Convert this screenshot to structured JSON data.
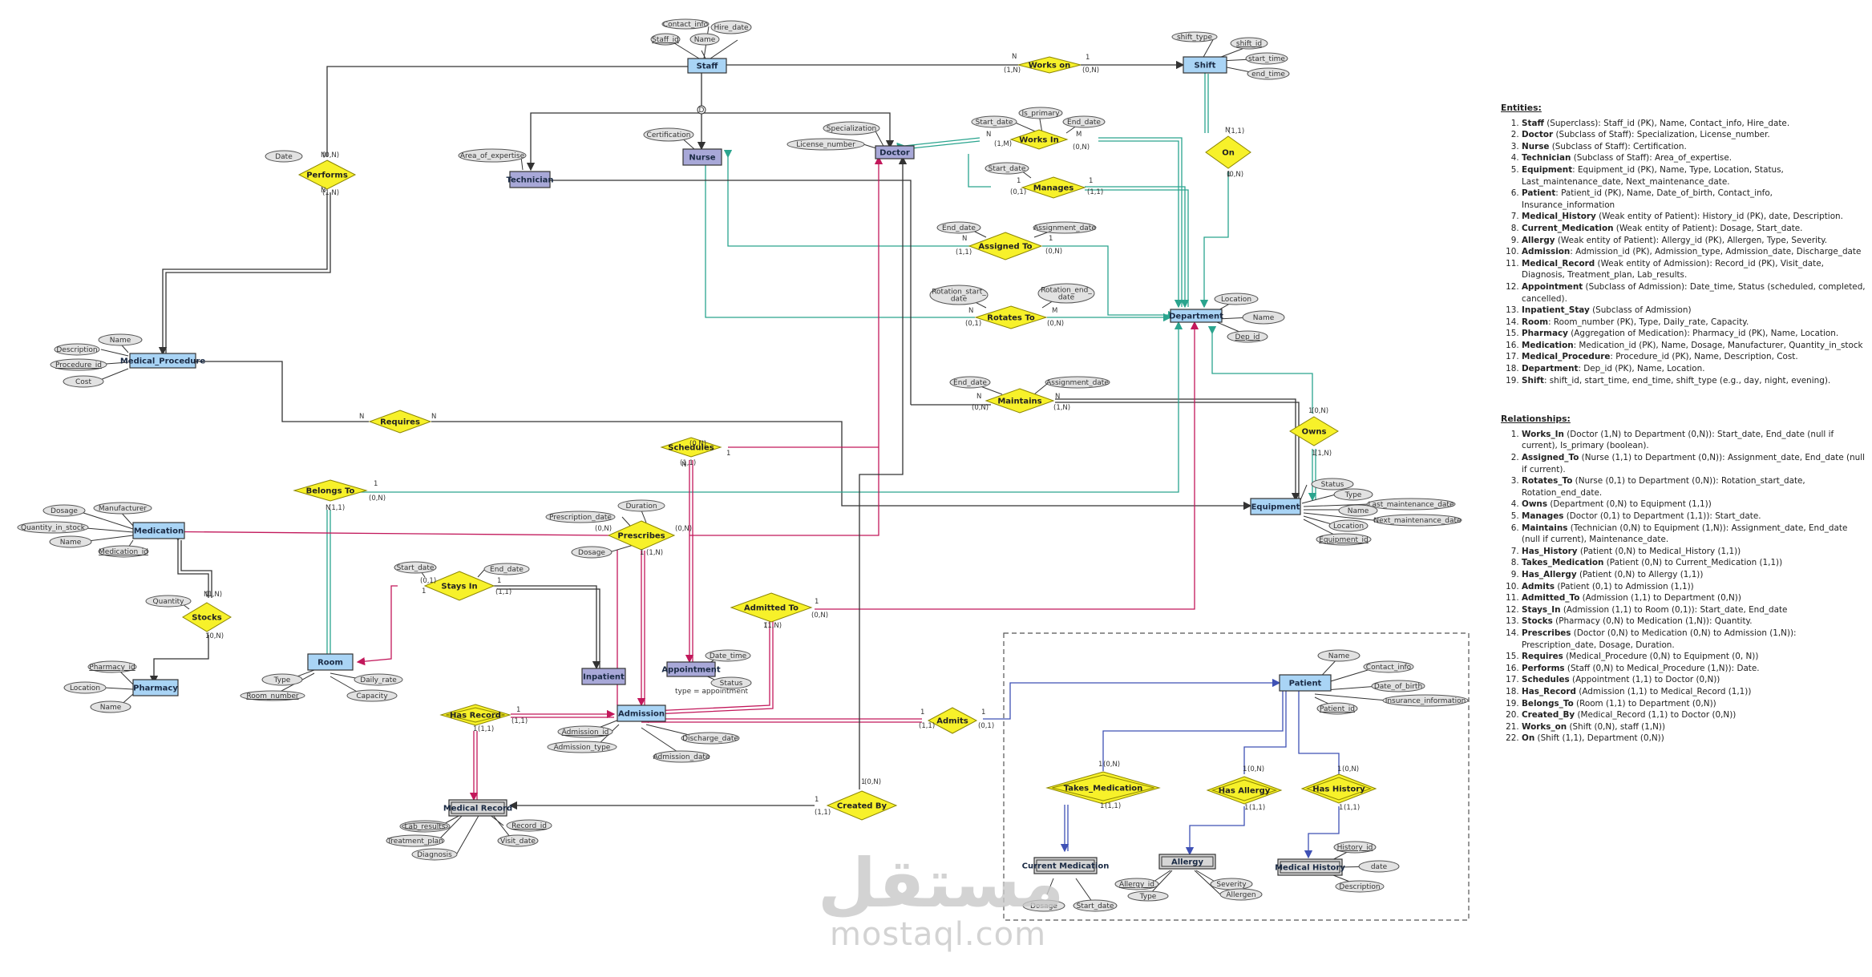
{
  "colors": {
    "entity": "#a9d4f5",
    "subclass": "#a8a8d8",
    "relationship": "#f7f12a",
    "attribute": "#e2e2e2",
    "weak": "#d6d6d6",
    "line_black": "#333333",
    "line_teal": "#2aa48e",
    "line_magenta": "#c2185b",
    "line_blue": "#3f51b5"
  },
  "entities": [
    {
      "id": "staff",
      "label": "Staff",
      "kind": "entity"
    },
    {
      "id": "shift",
      "label": "Shift",
      "kind": "entity"
    },
    {
      "id": "nurse",
      "label": "Nurse",
      "kind": "subclass"
    },
    {
      "id": "doctor",
      "label": "Doctor",
      "kind": "subclass"
    },
    {
      "id": "technician",
      "label": "Technician",
      "kind": "subclass"
    },
    {
      "id": "department",
      "label": "Department",
      "kind": "entity"
    },
    {
      "id": "medical_procedure",
      "label": "Medical_Procedure",
      "kind": "entity"
    },
    {
      "id": "equipment",
      "label": "Equipment",
      "kind": "entity"
    },
    {
      "id": "medication",
      "label": "Medication",
      "kind": "entity"
    },
    {
      "id": "room",
      "label": "Room",
      "kind": "entity"
    },
    {
      "id": "pharmacy",
      "label": "Pharmacy",
      "kind": "entity"
    },
    {
      "id": "inpatient",
      "label": "Inpatient",
      "kind": "subclass"
    },
    {
      "id": "appointment",
      "label": "Appointment",
      "kind": "subclass"
    },
    {
      "id": "admission",
      "label": "Admission",
      "kind": "entity"
    },
    {
      "id": "medical_record",
      "label": "Medical Record",
      "kind": "weak"
    },
    {
      "id": "patient",
      "label": "Patient",
      "kind": "entity"
    },
    {
      "id": "current_medication",
      "label": "Current Medication",
      "kind": "weak"
    },
    {
      "id": "allergy",
      "label": "Allergy",
      "kind": "weak"
    },
    {
      "id": "medical_history",
      "label": "Medical History",
      "kind": "weak"
    }
  ],
  "relationships": [
    {
      "id": "works_on",
      "label": "Works on"
    },
    {
      "id": "works_in",
      "label": "Works In"
    },
    {
      "id": "manages",
      "label": "Manages"
    },
    {
      "id": "assigned_to",
      "label": "Assigned To"
    },
    {
      "id": "rotates_to",
      "label": "Rotates To"
    },
    {
      "id": "on",
      "label": "On"
    },
    {
      "id": "performs",
      "label": "Performs"
    },
    {
      "id": "requires",
      "label": "Requires"
    },
    {
      "id": "maintains",
      "label": "Maintains"
    },
    {
      "id": "owns",
      "label": "Owns"
    },
    {
      "id": "schedules",
      "label": "Schedules"
    },
    {
      "id": "belongs_to",
      "label": "Belongs To"
    },
    {
      "id": "prescribes",
      "label": "Prescribes"
    },
    {
      "id": "stays_in",
      "label": "Stays In"
    },
    {
      "id": "stocks",
      "label": "Stocks"
    },
    {
      "id": "admitted_to",
      "label": "Admitted To"
    },
    {
      "id": "has_record",
      "label": "Has Record"
    },
    {
      "id": "admits",
      "label": "Admits"
    },
    {
      "id": "created_by",
      "label": "Created By"
    },
    {
      "id": "takes_medication",
      "label": "Takes_Medication"
    },
    {
      "id": "has_allergy",
      "label": "Has Allergy"
    },
    {
      "id": "has_history",
      "label": "Has History"
    }
  ],
  "attributes": [
    {
      "id": "staff_contact_info",
      "label": "Contact_info"
    },
    {
      "id": "staff_hire_date",
      "label": "Hire_date"
    },
    {
      "id": "staff_id",
      "label": "Staff_id",
      "key": true
    },
    {
      "id": "staff_name",
      "label": "Name"
    },
    {
      "id": "shift_type",
      "label": "shift_type"
    },
    {
      "id": "shift_id",
      "label": "shift_id",
      "key": true
    },
    {
      "id": "shift_start",
      "label": "start_time"
    },
    {
      "id": "shift_end",
      "label": "end_time"
    },
    {
      "id": "nurse_cert",
      "label": "Certification"
    },
    {
      "id": "doc_spec",
      "label": "Specialization"
    },
    {
      "id": "doc_license",
      "label": "License_number"
    },
    {
      "id": "tech_area",
      "label": "Area_of_expertise"
    },
    {
      "id": "wi_start",
      "label": "Start_date"
    },
    {
      "id": "wi_primary",
      "label": "Is_primary"
    },
    {
      "id": "wi_end",
      "label": "End_date"
    },
    {
      "id": "mg_start",
      "label": "Start_date"
    },
    {
      "id": "at_end",
      "label": "End_date"
    },
    {
      "id": "at_assign",
      "label": "Assignment_date"
    },
    {
      "id": "rt_start",
      "label": "Rotation_start_date"
    },
    {
      "id": "rt_end",
      "label": "Rotation_end_date"
    },
    {
      "id": "dept_loc",
      "label": "Location"
    },
    {
      "id": "dept_name",
      "label": "Name"
    },
    {
      "id": "dept_id",
      "label": "Dep_id",
      "key": true
    },
    {
      "id": "perf_date",
      "label": "Date"
    },
    {
      "id": "mp_name",
      "label": "Name"
    },
    {
      "id": "mp_desc",
      "label": "Description"
    },
    {
      "id": "mp_id",
      "label": "Procedure_id",
      "key": true
    },
    {
      "id": "mp_cost",
      "label": "Cost"
    },
    {
      "id": "mt_end",
      "label": "End_date"
    },
    {
      "id": "mt_assign",
      "label": "Assignment_date"
    },
    {
      "id": "eq_status",
      "label": "Status"
    },
    {
      "id": "eq_type",
      "label": "Type"
    },
    {
      "id": "eq_last",
      "label": "Last_maintenance_date"
    },
    {
      "id": "eq_name",
      "label": "Name"
    },
    {
      "id": "eq_next",
      "label": "Next_maintenance_date"
    },
    {
      "id": "eq_loc",
      "label": "Location"
    },
    {
      "id": "eq_id",
      "label": "Equipment_id",
      "key": true
    },
    {
      "id": "med_dosage",
      "label": "Dosage"
    },
    {
      "id": "med_manu",
      "label": "Manufacturer"
    },
    {
      "id": "med_qty",
      "label": "Quantity_in_stock"
    },
    {
      "id": "med_name",
      "label": "Name"
    },
    {
      "id": "med_id",
      "label": "Medication_id",
      "key": true
    },
    {
      "id": "pr_date",
      "label": "Prescription_date"
    },
    {
      "id": "pr_dur",
      "label": "Duration"
    },
    {
      "id": "pr_dosage",
      "label": "Dosage"
    },
    {
      "id": "si_start",
      "label": "Start_date"
    },
    {
      "id": "si_end",
      "label": "End_date"
    },
    {
      "id": "st_qty",
      "label": "Quantity"
    },
    {
      "id": "room_type",
      "label": "Type"
    },
    {
      "id": "room_num",
      "label": "Room_number",
      "key": true
    },
    {
      "id": "room_rate",
      "label": "Daily_rate"
    },
    {
      "id": "room_cap",
      "label": "Capacity"
    },
    {
      "id": "ph_id",
      "label": "Pharmacy_id",
      "key": true
    },
    {
      "id": "ph_loc",
      "label": "Location"
    },
    {
      "id": "ph_name",
      "label": "Name"
    },
    {
      "id": "ap_date",
      "label": "Date_time"
    },
    {
      "id": "ap_status",
      "label": "Status"
    },
    {
      "id": "ad_id",
      "label": "Admission_id",
      "key": true
    },
    {
      "id": "ad_type",
      "label": "Admission_type"
    },
    {
      "id": "ad_date",
      "label": "Admission_date"
    },
    {
      "id": "ad_discharge",
      "label": "Discharge_date"
    },
    {
      "id": "mr_lab",
      "label": "Lab_results",
      "multi": true
    },
    {
      "id": "mr_treat",
      "label": "Treatment_plan"
    },
    {
      "id": "mr_diag",
      "label": "Diagnosis"
    },
    {
      "id": "mr_id",
      "label": "Record_id",
      "key": true
    },
    {
      "id": "mr_visit",
      "label": "Visit_date"
    },
    {
      "id": "pt_name",
      "label": "Name"
    },
    {
      "id": "pt_contact",
      "label": "Contact_info"
    },
    {
      "id": "pt_dob",
      "label": "Date_of_birth"
    },
    {
      "id": "pt_ins",
      "label": "Insurance_information"
    },
    {
      "id": "pt_id",
      "label": "Patient_id",
      "key": true
    },
    {
      "id": "cm_dosage",
      "label": "Dosage"
    },
    {
      "id": "cm_start",
      "label": "Start_date"
    },
    {
      "id": "al_id",
      "label": "Allergy_id",
      "key": true
    },
    {
      "id": "al_type",
      "label": "Type"
    },
    {
      "id": "al_sev",
      "label": "Severity"
    },
    {
      "id": "al_allergen",
      "label": "Allergen"
    },
    {
      "id": "mh_id",
      "label": "History_id",
      "key": true
    },
    {
      "id": "mh_date",
      "label": "date"
    },
    {
      "id": "mh_desc",
      "label": "Description"
    }
  ],
  "cardinalities": [
    "N",
    "1",
    "(1,N)",
    "(0,N)",
    "(1,1)",
    "(0,1)",
    "M",
    "(1,M)",
    "1..N",
    "1..(0,N)",
    "1..(1,N)",
    "1..(1,1)",
    "(1,1)N",
    "(0,N)"
  ],
  "small_notes": {
    "type_appointment": "type = appointment",
    "disjoint": "D"
  },
  "entities_heading": "Entities:",
  "entities_list": [
    {
      "name": "Staff",
      "text": " (Superclass): Staff_id (PK), Name, Contact_info, Hire_date."
    },
    {
      "name": "Doctor",
      "text": " (Subclass of Staff): Specialization, License_number."
    },
    {
      "name": "Nurse",
      "text": " (Subclass of Staff): Certification."
    },
    {
      "name": "Technician",
      "text": " (Subclass of Staff): Area_of_expertise."
    },
    {
      "name": "Equipment",
      "text": ": Equipment_id (PK), Name, Type, Location, Status, Last_maintenance_date, Next_maintenance_date."
    },
    {
      "name": "Patient",
      "text": ": Patient_id (PK), Name, Date_of_birth, Contact_info, Insurance_information"
    },
    {
      "name": "Medical_History",
      "text": " (Weak entity of Patient): History_id (PK), date, Description."
    },
    {
      "name": "Current_Medication",
      "text": " (Weak entity of Patient): Dosage, Start_date."
    },
    {
      "name": "Allergy",
      "text": " (Weak entity of Patient): Allergy_id (PK), Allergen, Type, Severity."
    },
    {
      "name": "Admission",
      "text": ": Admission_id (PK), Admission_type, Admission_date, Discharge_date"
    },
    {
      "name": "Medical_Record",
      "text": " (Weak entity of Admission): Record_id (PK), Visit_date, Diagnosis, Treatment_plan, Lab_results."
    },
    {
      "name": "Appointment",
      "text": " (Subclass of Admission): Date_time, Status (scheduled, completed, cancelled)."
    },
    {
      "name": "Inpatient_Stay",
      "text": " (Subclass of Admission)"
    },
    {
      "name": "Room",
      "text": ": Room_number (PK), Type, Daily_rate, Capacity."
    },
    {
      "name": "Pharmacy",
      "text": " (Aggregation of Medication): Pharmacy_id (PK), Name, Location."
    },
    {
      "name": "Medication",
      "text": ": Medication_id (PK), Name, Dosage, Manufacturer, Quantity_in_stock"
    },
    {
      "name": "Medical_Procedure",
      "text": ": Procedure_id (PK), Name, Description, Cost."
    },
    {
      "name": "Department",
      "text": ": Dep_id (PK), Name, Location."
    },
    {
      "name": "Shift",
      "text": ": shift_id, start_time, end_time, shift_type (e.g., day, night, evening)."
    }
  ],
  "relationships_heading": "Relationships:",
  "relationships_list": [
    {
      "name": "Works_In",
      "text": " (Doctor (1,N) to Department (0,N)): Start_date, End_date (null if current), Is_primary (boolean)."
    },
    {
      "name": "Assigned_To",
      "text": " (Nurse (1,1) to Department (0,N)): Assignment_date, End_date (null if current)."
    },
    {
      "name": "Rotates_To",
      "text": " (Nurse (0,1) to Department (0,N)): Rotation_start_date, Rotation_end_date."
    },
    {
      "name": "Owns",
      "text": " (Department (0,N) to Equipment (1,1))"
    },
    {
      "name": "Manages",
      "text": " (Doctor (0,1) to Department (1,1)): Start_date."
    },
    {
      "name": "Maintains",
      "text": " (Technician (0,N) to Equipment (1,N)): Assignment_date, End_date (null if current), Maintenance_date."
    },
    {
      "name": "Has_History",
      "text": " (Patient (0,N) to Medical_History (1,1))"
    },
    {
      "name": "Takes_Medication",
      "text": " (Patient (0,N) to Current_Medication (1,1))"
    },
    {
      "name": "Has_Allergy",
      "text": " (Patient (0,N) to Allergy (1,1))"
    },
    {
      "name": "Admits",
      "text": " (Patient (0,1) to Admission (1,1))"
    },
    {
      "name": "Admitted_To",
      "text": " (Admission (1,1) to Department (0,N))"
    },
    {
      "name": "Stays_In",
      "text": " (Admission (1,1) to Room (0,1)): Start_date, End_date"
    },
    {
      "name": "Stocks",
      "text": " (Pharmacy (0,N) to Medication (1,N)): Quantity."
    },
    {
      "name": "Prescribes",
      "text": " (Doctor (0,N) to Medication (0,N) to Admission (1,N)): Prescription_date, Dosage, Duration."
    },
    {
      "name": "Requires",
      "text": " (Medical_Procedure (0,N) to Equipment (0, N))"
    },
    {
      "name": "Performs",
      "text": " (Staff (0,N) to Medical_Procedure (1,N)): Date."
    },
    {
      "name": "Schedules",
      "text": " (Appointment (1,1) to Doctor (0,N))"
    },
    {
      "name": "Has_Record",
      "text": " (Admission (1,1) to Medical_Record (1,1))"
    },
    {
      "name": "Belongs_To",
      "text": " (Room (1,1) to Department (0,N))"
    },
    {
      "name": "Created_By",
      "text": " (Medical_Record (1,1) to Doctor (0,N))"
    },
    {
      "name": "Works_on",
      "text": " (Shift (0,N), staff (1,N))"
    },
    {
      "name": "On",
      "text": " (Shift (1,1), Department (0,N))"
    }
  ],
  "watermark": {
    "arabic": "مستقل",
    "latin": "mostaql.com"
  }
}
